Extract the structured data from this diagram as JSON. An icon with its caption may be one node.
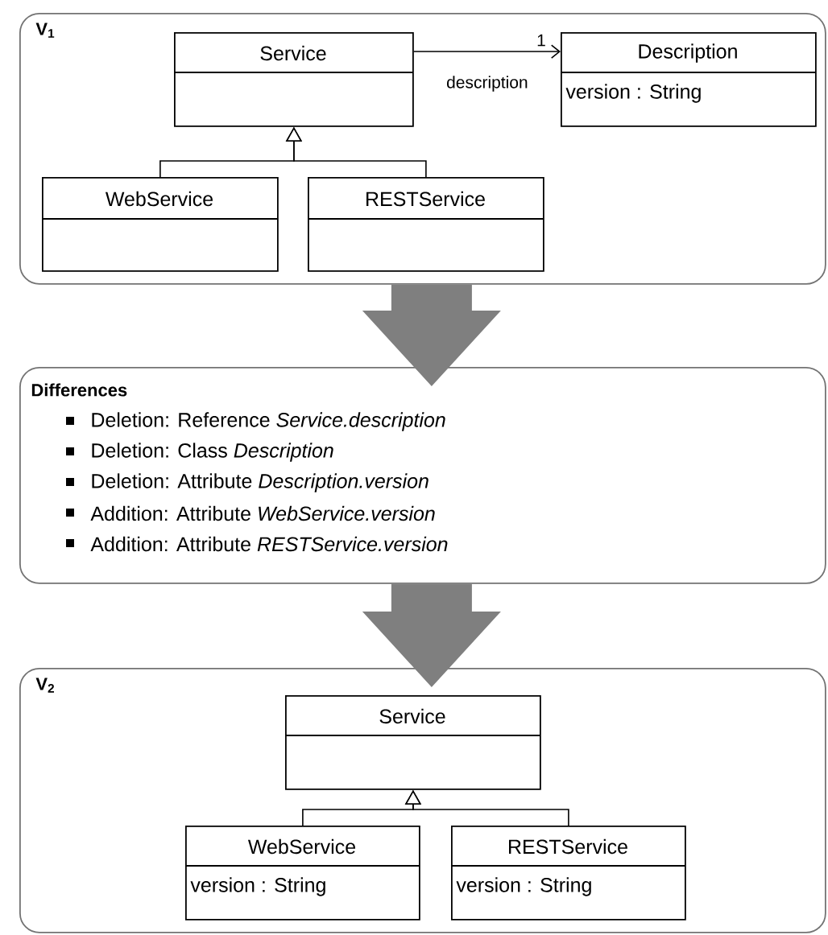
{
  "diagram": {
    "nodes": [
      {
        "text": [
          "V$_{1}$"
        ]
      },
      {
        "text": [
          "Service"
        ],
        "in": 0
      },
      {
        "text": [
          "Description",
          "version : String"
        ],
        "in": 0
      },
      {
        "text": [
          "WebService"
        ],
        "in": 0
      },
      {
        "text": [
          "RESTService"
        ],
        "in": 0
      },
      {
        "text": [
          "Differences",
          "Deletion: Reference *Service.description*",
          "Deletion: Class *Description*",
          "Deletion: Attribute *Description.version*",
          "Addition: Attribute *WebService.version*",
          "Addition: Attribute *RESTService.version*"
        ]
      },
      {
        "text": [
          "V$_{2}$"
        ]
      },
      {
        "text": [
          "Service"
        ],
        "in": 6
      },
      {
        "text": [
          "WebService",
          "version : String"
        ],
        "in": 6
      },
      {
        "text": [
          "RESTService",
          "version : String"
        ],
        "in": 6
      }
    ],
    "edges": [
      {
        "from": 1,
        "to": 2,
        "arrow": "to",
        "label": "description"
      },
      {
        "from": 3,
        "to": 1,
        "arrow": "to"
      },
      {
        "from": 4,
        "to": 1,
        "arrow": "to"
      },
      {
        "from": 0,
        "to": 5,
        "arrow": "to",
        "style": "thick",
        "color": "#7f7f7f"
      },
      {
        "from": 5,
        "to": 6,
        "arrow": "to",
        "style": "thick",
        "color": "#7f7f7f"
      },
      {
        "from": 8,
        "to": 7,
        "arrow": "to"
      },
      {
        "from": 9,
        "to": 7,
        "arrow": "to"
      }
    ],
    "labels": [
      "1"
    ]
  }
}
